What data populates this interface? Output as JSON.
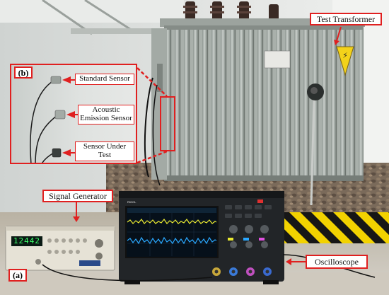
{
  "labels": {
    "test_transformer": "Test Transformer",
    "signal_generator": "Signal Generator",
    "oscilloscope": "Oscilloscope"
  },
  "inset": {
    "tag": "(b)",
    "standard_sensor": "Standard Sensor",
    "acoustic_emission_sensor_line1": "Acoustic",
    "acoustic_emission_sensor_line2": "Emission Sensor",
    "sensor_under_test_line1": "Sensor Under",
    "sensor_under_test_line2": "Test"
  },
  "panel_tag": "(a)",
  "generator_display": "12442",
  "oscilloscope_brand": "RIGOL",
  "colors": {
    "annotation": "#e02020",
    "trace_yellow": "#e8e830",
    "trace_blue": "#2aa8ff"
  },
  "icons": [
    "warning-sign-icon",
    "arrow-icon"
  ]
}
